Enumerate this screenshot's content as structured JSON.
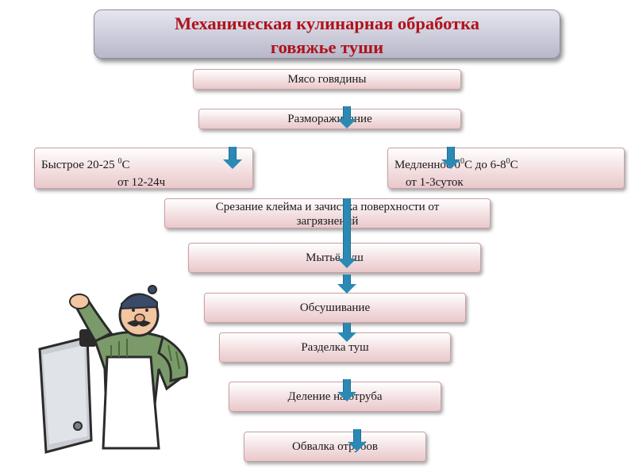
{
  "title": {
    "line1": "Механическая кулинарная обработка",
    "line2": "говяжье туши"
  },
  "steps": {
    "meat": "Мясо говядины",
    "thaw": "Размораживание",
    "fast_line1_pre": "Быстрое 20-25 ",
    "fast_line1_sup": "0",
    "fast_line1_post": "С",
    "fast_line2": "от 12-24ч",
    "slow_line1_a": "Медленное 0",
    "slow_line1_sup1": "0",
    "slow_line1_b": "С до 6-8",
    "slow_line1_sup2": "0",
    "slow_line1_c": "С",
    "slow_line2": "от 1-3суток",
    "trim_line1": "Срезание клейма и зачистка поверхности от",
    "trim_line2": "загрязнений",
    "wash": "Мытьё туш",
    "dry": "Обсушивание",
    "cut": "Разделка туш",
    "divide": "Деление на отруба",
    "debone": "Обвалка отрубов"
  },
  "colors": {
    "title_text": "#b0121b",
    "arrow": "#2b89b4",
    "box_fill": "#f3dfe1"
  }
}
